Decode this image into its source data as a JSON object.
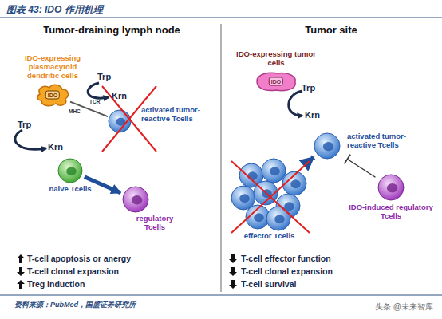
{
  "diagram": {
    "title": "图表 43: IDO 作用机理",
    "caption": "资料来源：PubMed，国盛证券研究所",
    "nodes": [
      {
        "text": [
          "IDO-expressing plasmacytoid dendritic cells",
          "IDO"
        ]
      },
      {
        "text": [
          "activated tumor-reactive Tcells"
        ]
      },
      {
        "text": [
          "naive Tcells"
        ]
      },
      {
        "text": [
          "regulatory Tcells"
        ]
      },
      {
        "text": [
          "IDO-expressing tumor cells",
          "IDO"
        ]
      },
      {
        "text": [
          "activated tumor-reactive Tcells"
        ]
      },
      {
        "text": [
          "effector Tcells"
        ]
      },
      {
        "text": [
          "IDO-induced regulatory Tcells"
        ]
      }
    ],
    "edges": [
      {
        "from": 0,
        "to": 1,
        "arrow": "none"
      },
      {
        "from": 2,
        "to": 3,
        "arrow": "to"
      },
      {
        "from": 5,
        "to": 6,
        "arrow": "to"
      },
      {
        "from": 7,
        "to": 5,
        "arrow": "none"
      }
    ],
    "labels": [
      "Tumor-draining lymph node",
      "Tumor site",
      "Trp",
      "Krn",
      "MHC",
      "TCR",
      "Trp",
      "Krn",
      "Trp",
      "Krn",
      "T-cell apoptosis or anergy",
      "T-cell clonal expansion",
      "Treg induction",
      "T-cell effector function",
      "T-cell clonal expansion",
      "T-cell survival",
      "头条 @未来智库"
    ]
  }
}
